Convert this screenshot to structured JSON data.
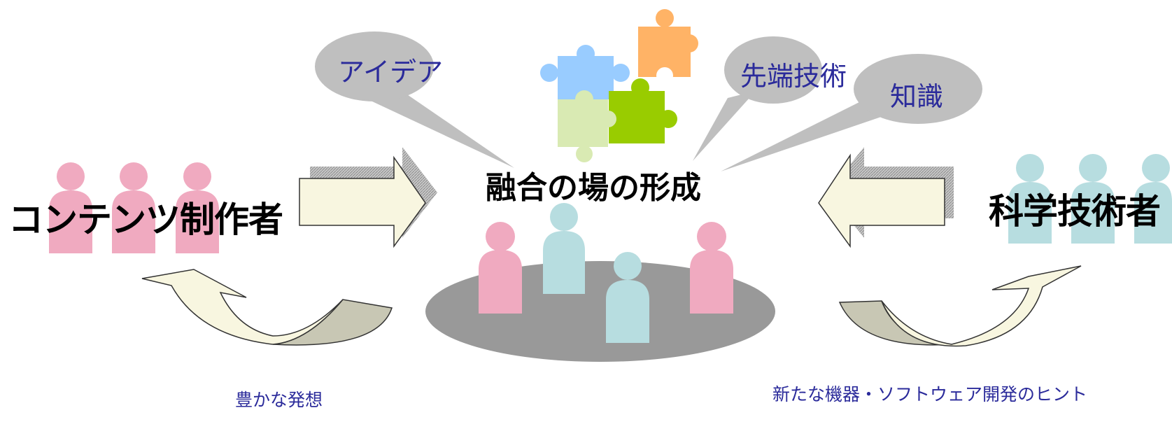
{
  "bubbles": {
    "idea": "アイデア",
    "advanced_tech": "先端技術",
    "knowledge": "知識"
  },
  "center": {
    "title": "融合の場の形成"
  },
  "left_group": {
    "label": "コンテンツ制作者",
    "caption": "豊かな発想"
  },
  "right_group": {
    "label": "科学技術者",
    "caption": "新たな機器・ソフトウェア開発のヒント"
  },
  "colors": {
    "bubble_fill": "#bfbfbf",
    "bubble_text": "#2b2b9b",
    "person_pink": "#f0aac0",
    "person_blue": "#b7dde0",
    "table": "#999999",
    "arrow_fill": "#f8f6e0",
    "arrow_shadow": "#a6a6a6",
    "puzzle_blue": "#99ccff",
    "puzzle_orange": "#ffb366",
    "puzzle_lightgreen": "#d9eab3",
    "puzzle_green": "#99cc00"
  },
  "icons": [
    "speech-bubble",
    "puzzle-piece",
    "person-figure",
    "block-arrow",
    "curved-arrow"
  ]
}
